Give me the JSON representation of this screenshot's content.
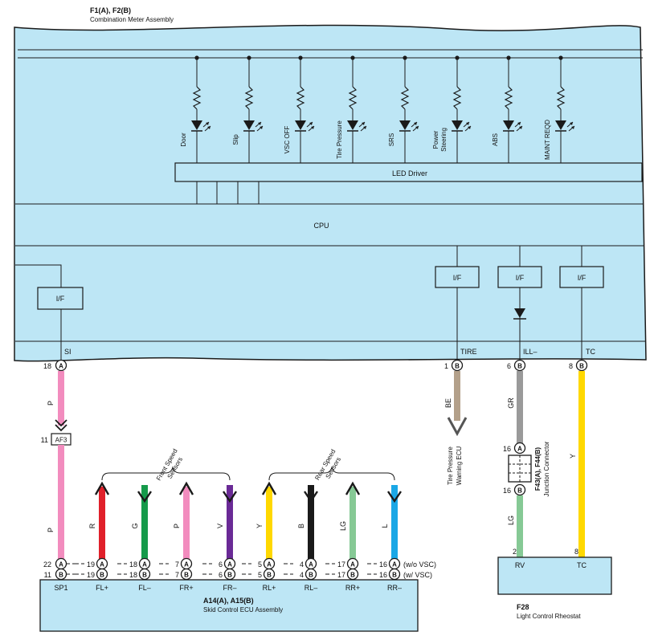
{
  "meter": {
    "code": "F1(A), F2(B)",
    "name": "Combination Meter Assembly",
    "cpu": "CPU",
    "led_driver": "LED Driver",
    "leds": [
      {
        "label": "Door"
      },
      {
        "label": "Slip"
      },
      {
        "label": "VSC OFF"
      },
      {
        "label": "Tire Pressure"
      },
      {
        "label": "SRS"
      },
      {
        "label": "Power Steering",
        "lines": [
          "Power",
          "Steering"
        ]
      },
      {
        "label": "ABS"
      },
      {
        "label": "MAINT REQD"
      }
    ],
    "interfaces": [
      "I/F",
      "I/F",
      "I/F",
      "I/F"
    ],
    "terminals": [
      "SI",
      "TIRE",
      "ILL–",
      "TC"
    ]
  },
  "pins": {
    "si": {
      "num": "18",
      "conn": "A"
    },
    "tire": {
      "num": "1",
      "conn": "B"
    },
    "ill": {
      "num": "6",
      "conn": "B"
    },
    "tc": {
      "num": "8",
      "conn": "B"
    }
  },
  "wires": {
    "si_upper": "P",
    "si_lower": "P",
    "tire": "BE",
    "ill_upper": "GR",
    "ill_lower": "LG",
    "tc": "Y"
  },
  "af3": {
    "num": "11",
    "label": "AF3"
  },
  "tire_ecu": {
    "line1": "Tire Pressure",
    "line2": "Warning ECU"
  },
  "junction": {
    "code": "F43(A), F44(B)",
    "name": "Junction Connector",
    "top": {
      "num": "16",
      "conn": "A"
    },
    "bottom": {
      "num": "16",
      "conn": "B"
    }
  },
  "sensor_groups": [
    {
      "line1": "Front Speed",
      "line2": "Sensors"
    },
    {
      "line1": "Rear Speed",
      "line2": "Sensors"
    }
  ],
  "sensors": [
    {
      "wire": "R",
      "color": "#e0202a",
      "dir": "up",
      "pinA": "19",
      "pinB": "19",
      "term": "FL+"
    },
    {
      "wire": "G",
      "color": "#159a4a",
      "dir": "down",
      "pinA": "18",
      "pinB": "18",
      "term": "FL–"
    },
    {
      "wire": "P",
      "color": "#f28cbe",
      "dir": "up",
      "pinA": "7",
      "pinB": "7",
      "term": "FR+"
    },
    {
      "wire": "V",
      "color": "#6a2a96",
      "dir": "down",
      "pinA": "6",
      "pinB": "6",
      "term": "FR–"
    },
    {
      "wire": "Y",
      "color": "#ffd800",
      "dir": "up",
      "pinA": "5",
      "pinB": "5",
      "term": "RL+"
    },
    {
      "wire": "B",
      "color": "#1a1a1a",
      "dir": "down",
      "pinA": "4",
      "pinB": "4",
      "term": "RL–"
    },
    {
      "wire": "LG",
      "color": "#86c995",
      "dir": "up",
      "pinA": "17",
      "pinB": "17",
      "term": "RR+"
    },
    {
      "wire": "L",
      "color": "#1aa7e6",
      "dir": "down",
      "pinA": "16",
      "pinB": "16",
      "term": "RR–"
    }
  ],
  "ecu": {
    "sp1": {
      "pinA": "22",
      "pinB": "11",
      "term": "SP1"
    },
    "variant_a": "(w/o VSC)",
    "variant_b": "(w/ VSC)",
    "code": "A14(A), A15(B)",
    "name": "Skid Control ECU Assembly"
  },
  "rheostat": {
    "rv": {
      "num": "2",
      "term": "RV"
    },
    "tc": {
      "num": "8",
      "term": "TC"
    },
    "code": "F28",
    "name": "Light Control Rheostat"
  },
  "colors": {
    "panel": "#bde6f5",
    "pink": "#f28cbe",
    "tan": "#b3a08a",
    "gray": "#9a9a9a",
    "lightgreen": "#86c995",
    "yellow": "#ffd800"
  }
}
